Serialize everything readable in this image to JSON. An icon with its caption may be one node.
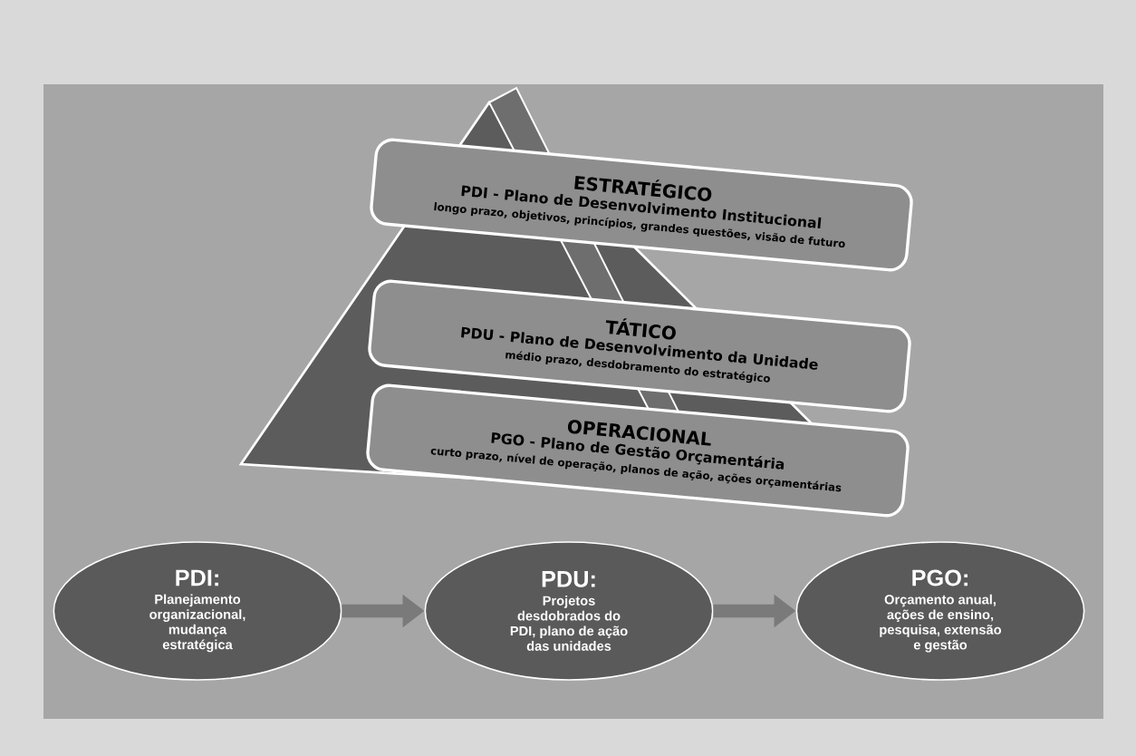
{
  "diagram": {
    "nodes": [
      {
        "text": [
          "ESTRATÉGICO",
          "PDI - Plano de Desenvolvimento Institucional",
          "longo prazo, objetivos, princípios, grandes questões, visão de futuro"
        ]
      },
      {
        "text": [
          "TÁTICO",
          "PDU - Plano de Desenvolvimento da Unidade",
          "médio prazo, desdobramento do estratégico"
        ]
      },
      {
        "text": [
          "OPERACIONAL",
          "PGO - Plano de Gestão Orçamentária",
          "curto prazo, nível de operação, planos de ação, ações orçamentárias"
        ]
      },
      {
        "text": [
          "PDI:",
          "Planejamento organizacional, mudança estratégica"
        ]
      },
      {
        "text": [
          "PDU:",
          "Projetos desdobrados do PDI, plano de ação das unidades"
        ]
      },
      {
        "text": [
          "PGO:",
          "Orçamento anual, ações de ensino, pesquisa, extensão e gestão"
        ]
      }
    ],
    "edges": [
      {
        "from": 3,
        "to": 4,
        "arrow": "to"
      },
      {
        "from": 4,
        "to": 5,
        "arrow": "to"
      }
    ]
  }
}
